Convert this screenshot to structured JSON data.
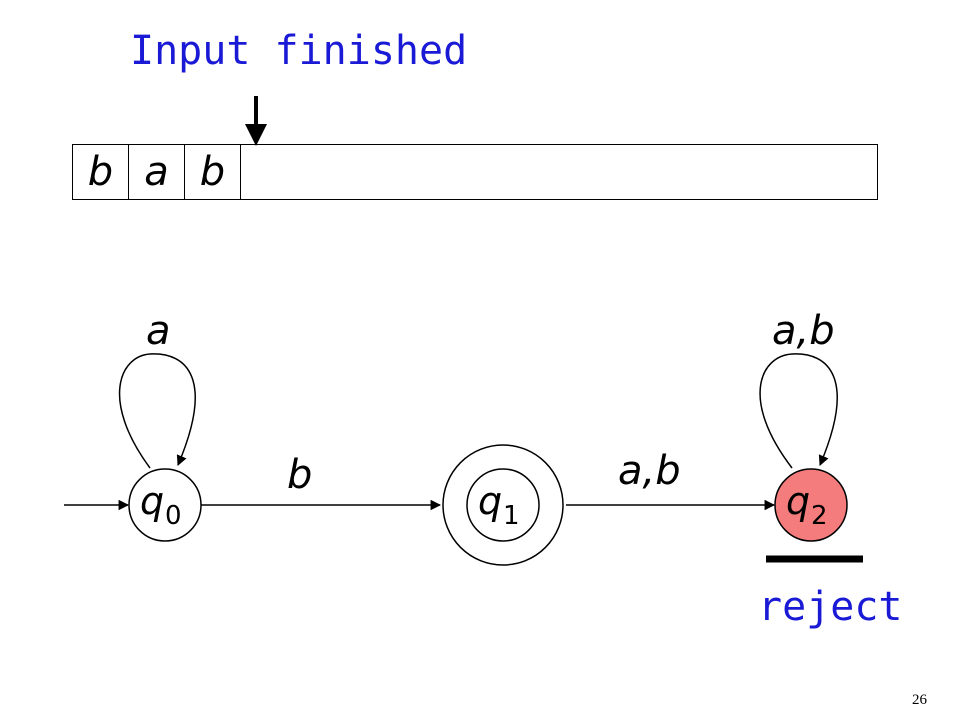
{
  "heading": "Input finished",
  "status": "reject",
  "page_number": "26",
  "tape": {
    "cells": [
      "b",
      "a",
      "b"
    ]
  },
  "states": [
    {
      "id": "q0",
      "symbol": "q",
      "subscript": "0",
      "start": true,
      "accepting": false,
      "highlighted": false
    },
    {
      "id": "q1",
      "symbol": "q",
      "subscript": "1",
      "start": false,
      "accepting": true,
      "highlighted": false
    },
    {
      "id": "q2",
      "symbol": "q",
      "subscript": "2",
      "start": false,
      "accepting": false,
      "highlighted": true
    }
  ],
  "transitions": [
    {
      "from": "q0",
      "to": "q0",
      "label": "a"
    },
    {
      "from": "q0",
      "to": "q1",
      "label": "b"
    },
    {
      "from": "q1",
      "to": "q2",
      "label": "a,b"
    },
    {
      "from": "q2",
      "to": "q2",
      "label": "a,b"
    }
  ],
  "colors": {
    "text_accent": "#1a1ad6",
    "highlight_fill": "#f47c7c",
    "stroke": "#000000"
  }
}
